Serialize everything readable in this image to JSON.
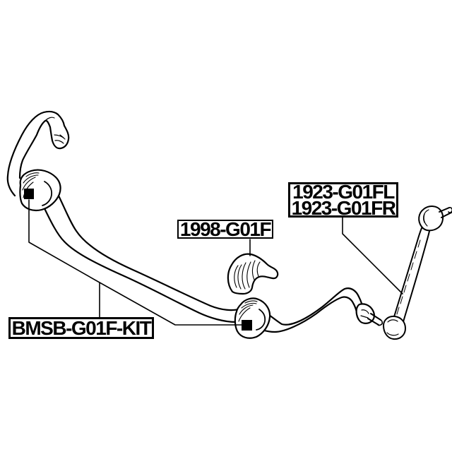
{
  "diagram": {
    "type": "automotive-parts-line-drawing",
    "background_color": "#ffffff",
    "line_color": "#000000",
    "marker_color": "#000000",
    "labels": {
      "link_front_left": "1923-G01FL",
      "link_front_right": "1923-G01FR",
      "bushing": "1998-G01F",
      "kit": "BMSB-G01F-KIT"
    },
    "parts": {
      "stabilizer_bar": "front sway bar",
      "stabilizer_link": "front stabilizer link",
      "stabilizer_bushing": "stabilizer bar bushing",
      "bushing_kit": "stabilizer bushing kit"
    }
  }
}
